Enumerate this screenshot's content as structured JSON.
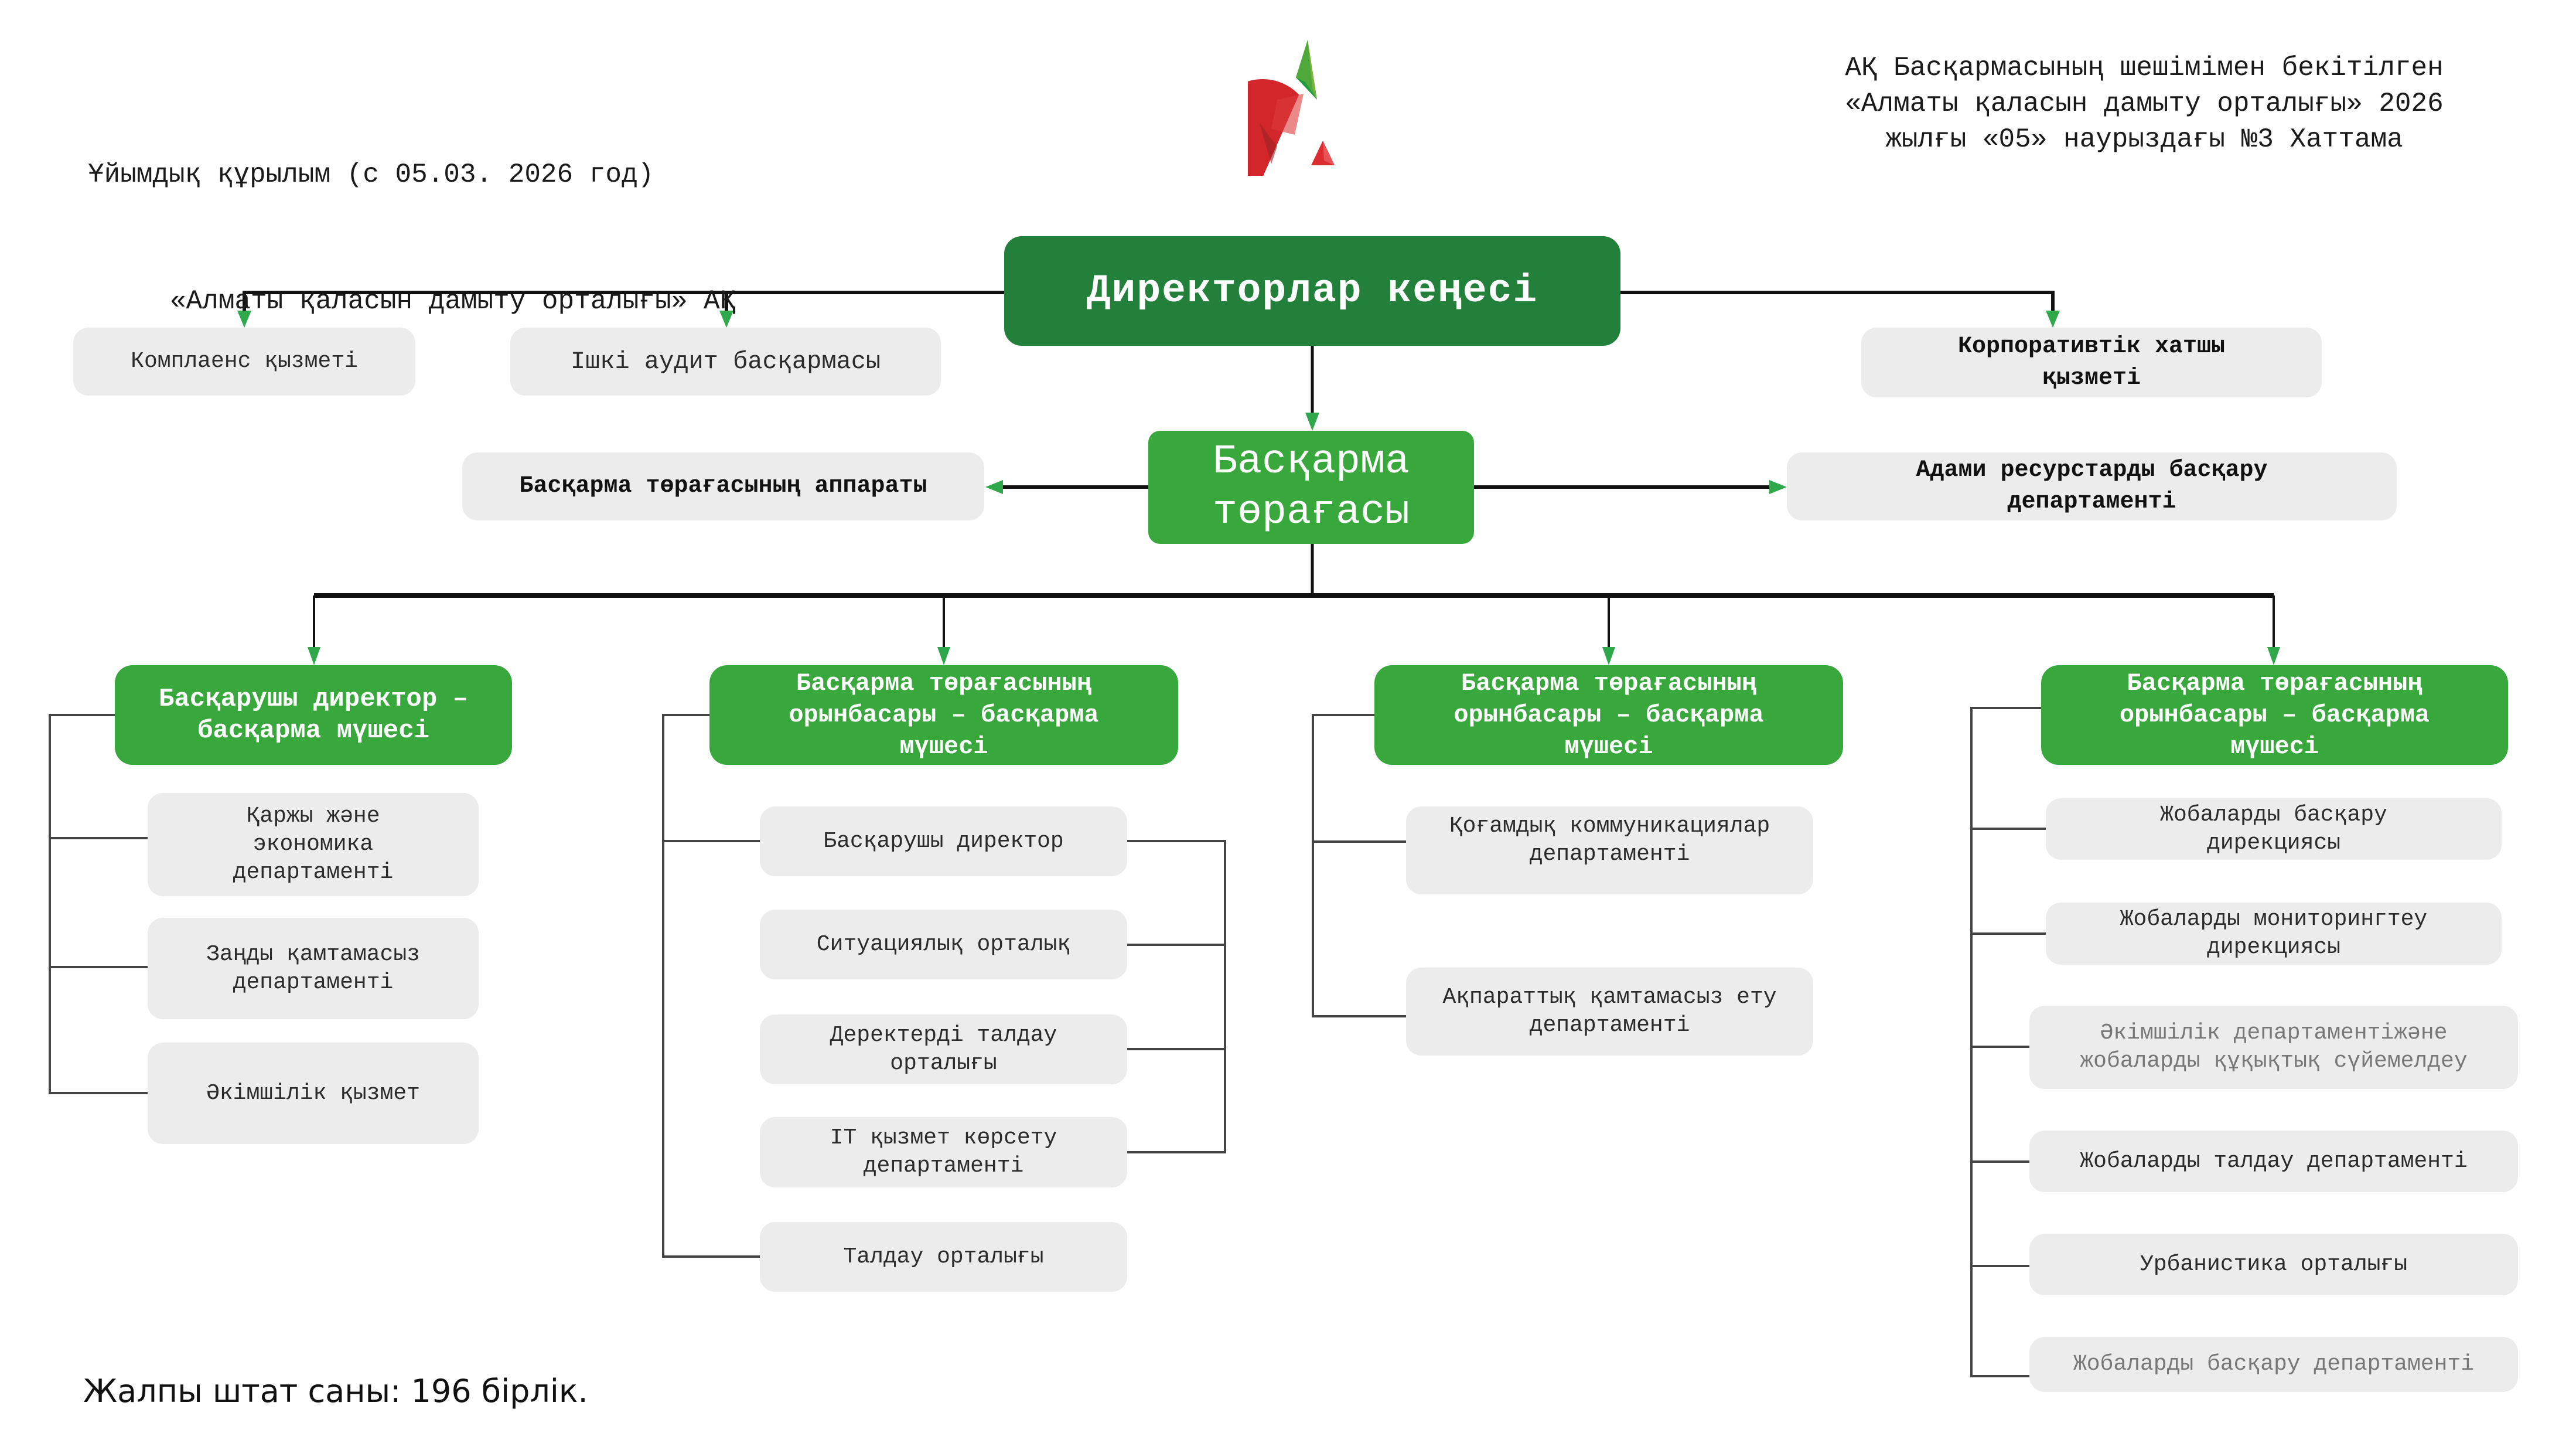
{
  "header": {
    "left_line1": "Ұйымдық құрылым (с 05.03. 2026 год)",
    "left_line2": "«Алматы қаласын дамыту орталығы» АҚ",
    "right_lines": [
      "АҚ Басқармасының шешімімен бекітілген",
      "«Алматы қаласын дамыту орталығы» 2026",
      "жылғы «05» наурыздағы №3 Хаттама"
    ],
    "logo": "company-logo-red-apple-icon"
  },
  "colors": {
    "board_green": "#23803a",
    "node_green": "#38a83d",
    "unit_grey": "#ececec",
    "arrow_green": "#2ea84a",
    "connector": "#111111"
  },
  "board": {
    "title": "Директорлар кеңесі",
    "subordinates": [
      "Комплаенс қызметі",
      "Ішкі аудит басқармасы",
      "Корпоративтік хатшы қызметі"
    ]
  },
  "chairman": {
    "title": "Басқарма төрағасы",
    "side_units": [
      "Басқарма төрағасының аппараты",
      "Адами ресурстарды басқару департаменті"
    ]
  },
  "branches": [
    {
      "title": "Басқарушы директор – басқарма мүшесі",
      "units": [
        {
          "label": "Қаржы және экономика департаменті",
          "faded": false
        },
        {
          "label": "Заңды қамтамасыз департаменті",
          "faded": false
        },
        {
          "label": "Әкімшілік қызмет",
          "faded": false
        }
      ]
    },
    {
      "title": "Басқарма төрағасының орынбасары – басқарма мүшесі",
      "units": [
        {
          "label": "Басқарушы директор",
          "faded": false
        },
        {
          "label": "Ситуациялық орталық",
          "faded": false
        },
        {
          "label": "Деректерді талдау орталығы",
          "faded": false
        },
        {
          "label": "IT қызмет көрсету департаменті",
          "faded": false
        },
        {
          "label": "Талдау орталығы",
          "faded": false
        }
      ]
    },
    {
      "title": "Басқарма төрағасының орынбасары – басқарма мүшесі",
      "units": [
        {
          "label": "Қоғамдық коммуникациялар департаменті",
          "faded": false
        },
        {
          "label": "Ақпараттық қамтамасыз ету департаменті",
          "faded": false
        }
      ]
    },
    {
      "title": "Басқарма төрағасының орынбасары – басқарма мүшесі",
      "units": [
        {
          "label": "Жобаларды басқару дирекциясы",
          "faded": false
        },
        {
          "label": "Жобаларды мониторингтеу дирекциясы",
          "faded": false
        },
        {
          "label": "Әкімшілік департаментіжәне жобаларды құқықтық сүйемелдеу",
          "faded": true
        },
        {
          "label": "Жобаларды талдау департаменті",
          "faded": false
        },
        {
          "label": "Урбанистика орталығы",
          "faded": false
        },
        {
          "label": "Жобаларды басқару департаменті",
          "faded": true
        }
      ]
    }
  ],
  "footer": {
    "staff_total": "Жалпы штат саны: 196 бірлік."
  }
}
